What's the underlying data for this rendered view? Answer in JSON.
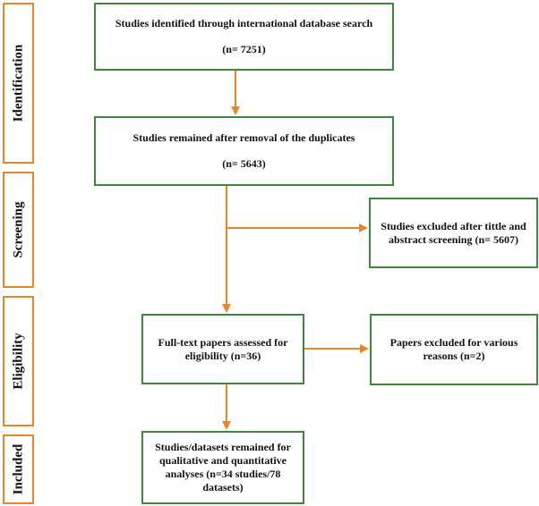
{
  "stages": {
    "identification": "Identification",
    "screening": "Screening",
    "eligibility": "Eligibility",
    "included": "Included"
  },
  "boxes": {
    "identified": {
      "line1": "Studies identified through international database search",
      "line2": "(n= 7251)"
    },
    "after_duplicates": {
      "line1": "Studies remained after removal of the duplicates",
      "line2": "(n= 5643)"
    },
    "excluded_screening": {
      "line1": "Studies excluded after tittle and",
      "line2": "abstract screening (n= 5607)"
    },
    "fulltext": {
      "line1": "Full-text papers assessed for",
      "line2": "eligibility (n=36)"
    },
    "excluded_reasons": {
      "line1": "Papers excluded for various",
      "line2": "reasons (n=2)"
    },
    "included": {
      "line1": "Studies/datasets remained for",
      "line2": "qualitative and quantitative",
      "line3": "analyses (n=34 studies/78",
      "line4": "datasets)"
    }
  },
  "colors": {
    "stage_border": "#e8862a",
    "box_border": "#3a8a3a",
    "arrow": "#e8862a"
  }
}
